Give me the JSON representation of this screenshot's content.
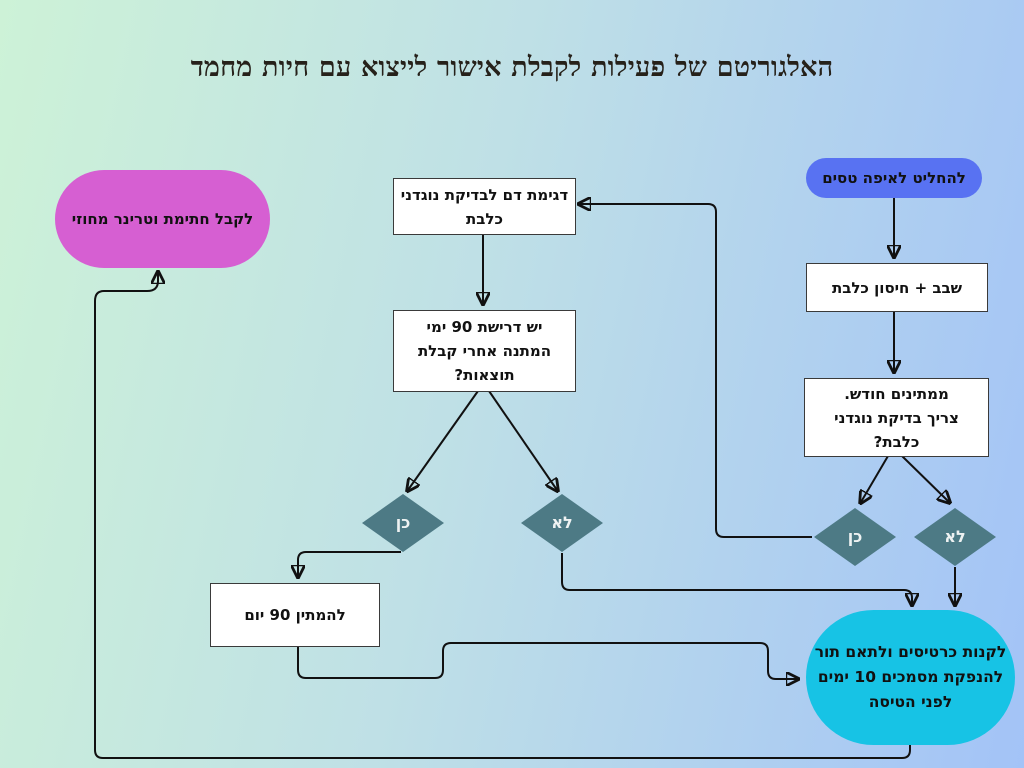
{
  "title": "האלגוריטם של פעילות לקבלת אישור לייצוא עם חיות מחמד",
  "colors": {
    "background_start": "#cdf2d7",
    "background_end": "#a3c3f7",
    "start_node_fill": "#5872f2",
    "decision_fill": "#4d7a85",
    "decision_text": "#eef2f2",
    "terminal_fill": "#17c3e5",
    "final_fill": "#d65fd2",
    "process_fill": "#ffffff",
    "connector": "#111111",
    "title_text": "#26211a",
    "node_text": "#111111"
  },
  "nodes": {
    "start": {
      "label": "להחליט לאיפה טסים"
    },
    "chip_vaccine": {
      "label": "שבב + חיסון כלבת"
    },
    "wait_month": {
      "label": "ממתינים חודש.\nצריך בדיקת נוגדני\nכלבת?"
    },
    "blood_sample": {
      "label": "דגימת דם לבדיקת נוגדני\nכלבת"
    },
    "wait_requirement": {
      "label": "יש דרישת 90 ימי\nהמתנה אחרי קבלת\nתוצאות?"
    },
    "wait_90_days": {
      "label": "להמתין 90 יום"
    },
    "decision_right_yes": {
      "label": "כן"
    },
    "decision_right_no": {
      "label": "לא"
    },
    "decision_mid_yes": {
      "label": "כן"
    },
    "decision_mid_no": {
      "label": "לא"
    },
    "buy_tickets": {
      "label": "לקנות כרטיסים ולתאם תור\nלהנפקת מסמכים 10 ימים\nלפני הטיסה"
    },
    "vet_signature": {
      "label": "לקבל חתימת וטרינר מחוזי"
    }
  }
}
